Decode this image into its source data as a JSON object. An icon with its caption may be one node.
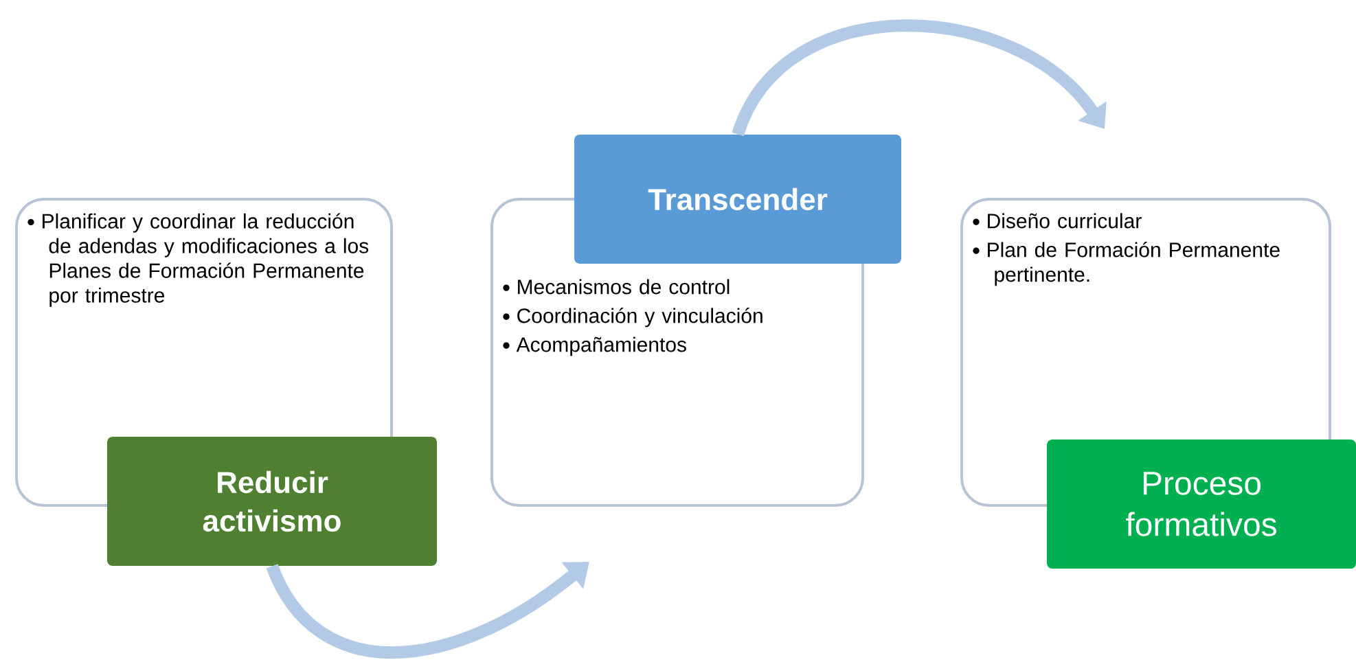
{
  "diagram": {
    "nodes": [
      {
        "text": [
          "Planificar y coordinar la reducción de adendas y modificaciones a los Planes de Formación Permanente por trimestre"
        ]
      },
      {
        "text": [
          "Reducir activismo"
        ]
      },
      {
        "text": [
          "Mecanismos de control",
          "Coordinación  y vinculación",
          "Acompañamientos"
        ]
      },
      {
        "text": [
          "Transcender"
        ]
      },
      {
        "text": [
          "Diseño curricular",
          "Plan de Formación Permanente pertinente."
        ]
      },
      {
        "text": [
          "Proceso formativos"
        ]
      }
    ],
    "edges": [
      {
        "from": 1,
        "to": 2,
        "arrow": "to"
      },
      {
        "from": 3,
        "to": 4,
        "arrow": "to"
      }
    ]
  }
}
